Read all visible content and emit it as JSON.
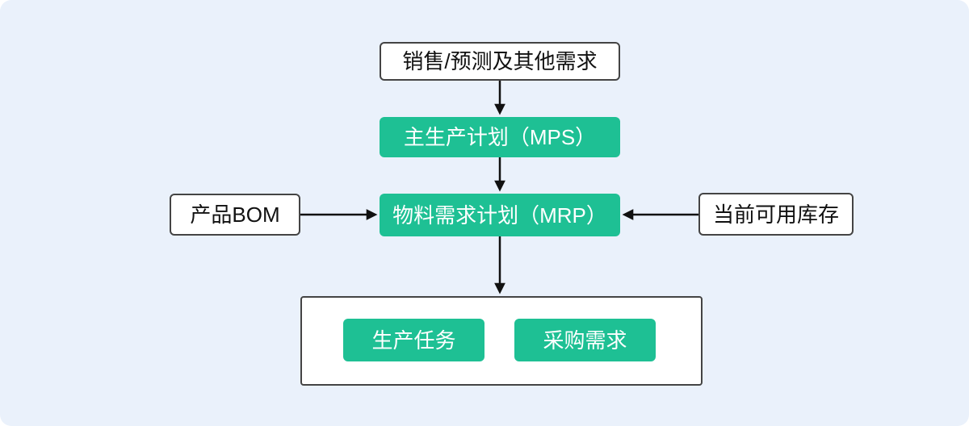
{
  "colors": {
    "background": "#eaf1fb",
    "node_green": "#1ec094",
    "node_white": "#ffffff",
    "border": "#444444",
    "arrow": "#111111",
    "text_dark": "#111111",
    "text_light": "#ffffff"
  },
  "diagram": {
    "type": "flowchart",
    "nodes": {
      "sales": {
        "label": "销售/预测及其他需求",
        "style": "white"
      },
      "mps": {
        "label": "主生产计划（MPS）",
        "style": "green"
      },
      "bom": {
        "label": "产品BOM",
        "style": "white"
      },
      "mrp": {
        "label": "物料需求计划（MRP）",
        "style": "green"
      },
      "inventory": {
        "label": "当前可用库存",
        "style": "white"
      },
      "production": {
        "label": "生产任务",
        "style": "green"
      },
      "purchase": {
        "label": "采购需求",
        "style": "green"
      }
    },
    "edges": [
      {
        "from": "sales",
        "to": "mps",
        "direction": "down"
      },
      {
        "from": "mps",
        "to": "mrp",
        "direction": "down"
      },
      {
        "from": "bom",
        "to": "mrp",
        "direction": "right"
      },
      {
        "from": "inventory",
        "to": "mrp",
        "direction": "left"
      },
      {
        "from": "mrp",
        "to": "outputs",
        "direction": "down"
      }
    ]
  }
}
